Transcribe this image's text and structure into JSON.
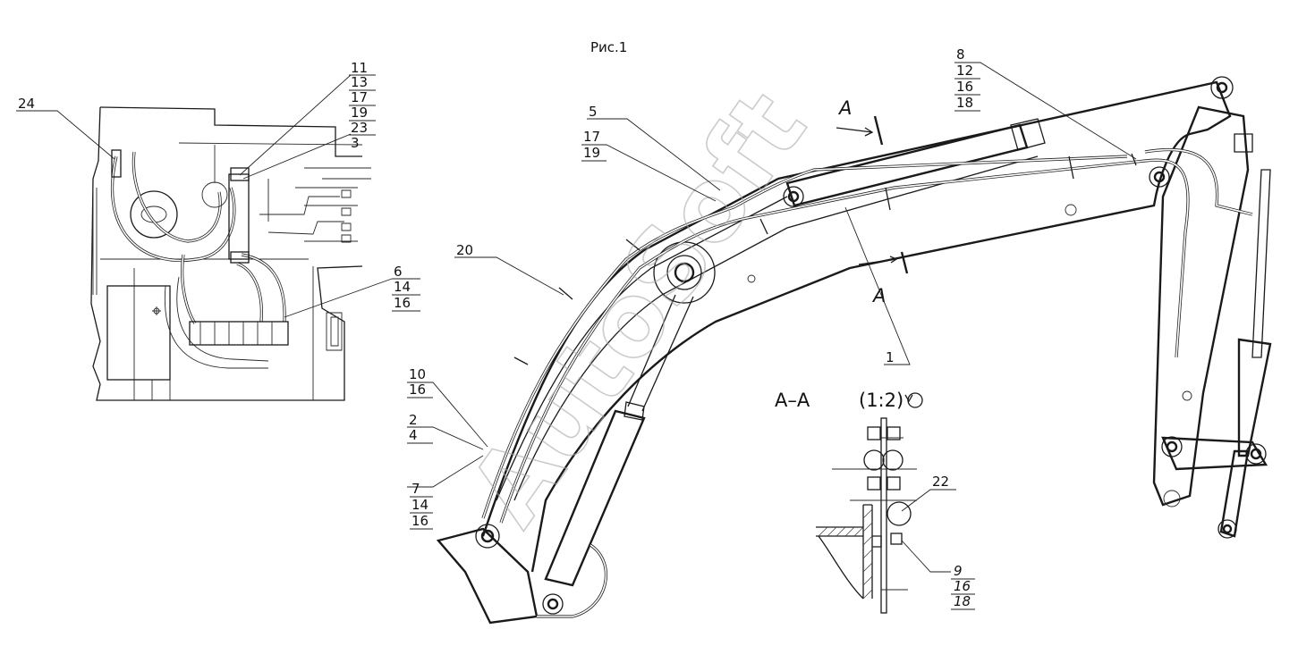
{
  "figure_caption": "Рис.1",
  "section_title": "А–А",
  "section_scale": "(1:2)",
  "section_marker_letter": "А",
  "watermark": "AutoSoft",
  "callouts": {
    "c24": [
      "24"
    ],
    "c11": [
      "11",
      "13",
      "17",
      "19"
    ],
    "c23": [
      "23",
      "3"
    ],
    "c6": [
      "6",
      "14",
      "16"
    ],
    "c5": [
      "5"
    ],
    "c17": [
      "17",
      "19"
    ],
    "c20": [
      "20"
    ],
    "c10": [
      "10",
      "16"
    ],
    "c2": [
      "2",
      "4"
    ],
    "c7": [
      "7",
      "14",
      "16"
    ],
    "c8": [
      "8",
      "12",
      "16",
      "18"
    ],
    "c1": [
      "1"
    ],
    "c22": [
      "22"
    ],
    "c9": [
      "9",
      "16",
      "18"
    ]
  }
}
